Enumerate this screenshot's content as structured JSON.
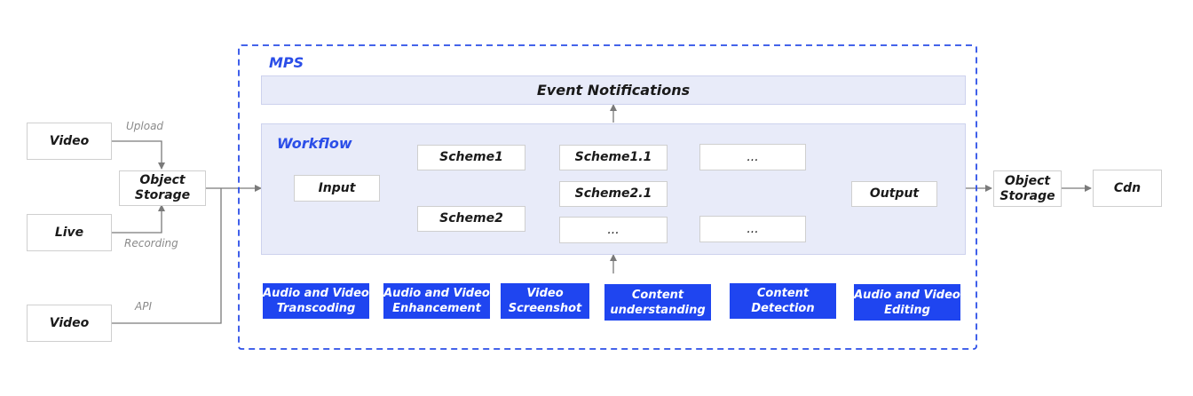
{
  "sources": {
    "video_upload": "Video",
    "live": "Live",
    "video_api": "Video"
  },
  "edge_labels": {
    "upload": "Upload",
    "recording": "Recording",
    "api": "API"
  },
  "object_storage_in": "Object\nStorage",
  "mps": {
    "title": "MPS",
    "event_notifications": "Event Notifications",
    "workflow": {
      "title": "Workflow",
      "input": "Input",
      "scheme1": "Scheme1",
      "scheme1_1": "Scheme1.1",
      "scheme1_more": "...",
      "scheme2": "Scheme2",
      "scheme2_1": "Scheme2.1",
      "scheme2_more_a": "...",
      "scheme2_more_b": "...",
      "output": "Output"
    },
    "capabilities": [
      "Audio and Video\nTranscoding",
      "Audio and Video\nEnhancement",
      "Video\nScreenshot",
      "Content\nunderstanding",
      "Content\nDetection",
      "Audio and Video\nEditing"
    ]
  },
  "object_storage_out": "Object\nStorage",
  "cdn": "Cdn",
  "colors": {
    "accent_blue": "#1f45f0",
    "band_fill": "#e8ebf9",
    "line": "#7a7a7a"
  }
}
